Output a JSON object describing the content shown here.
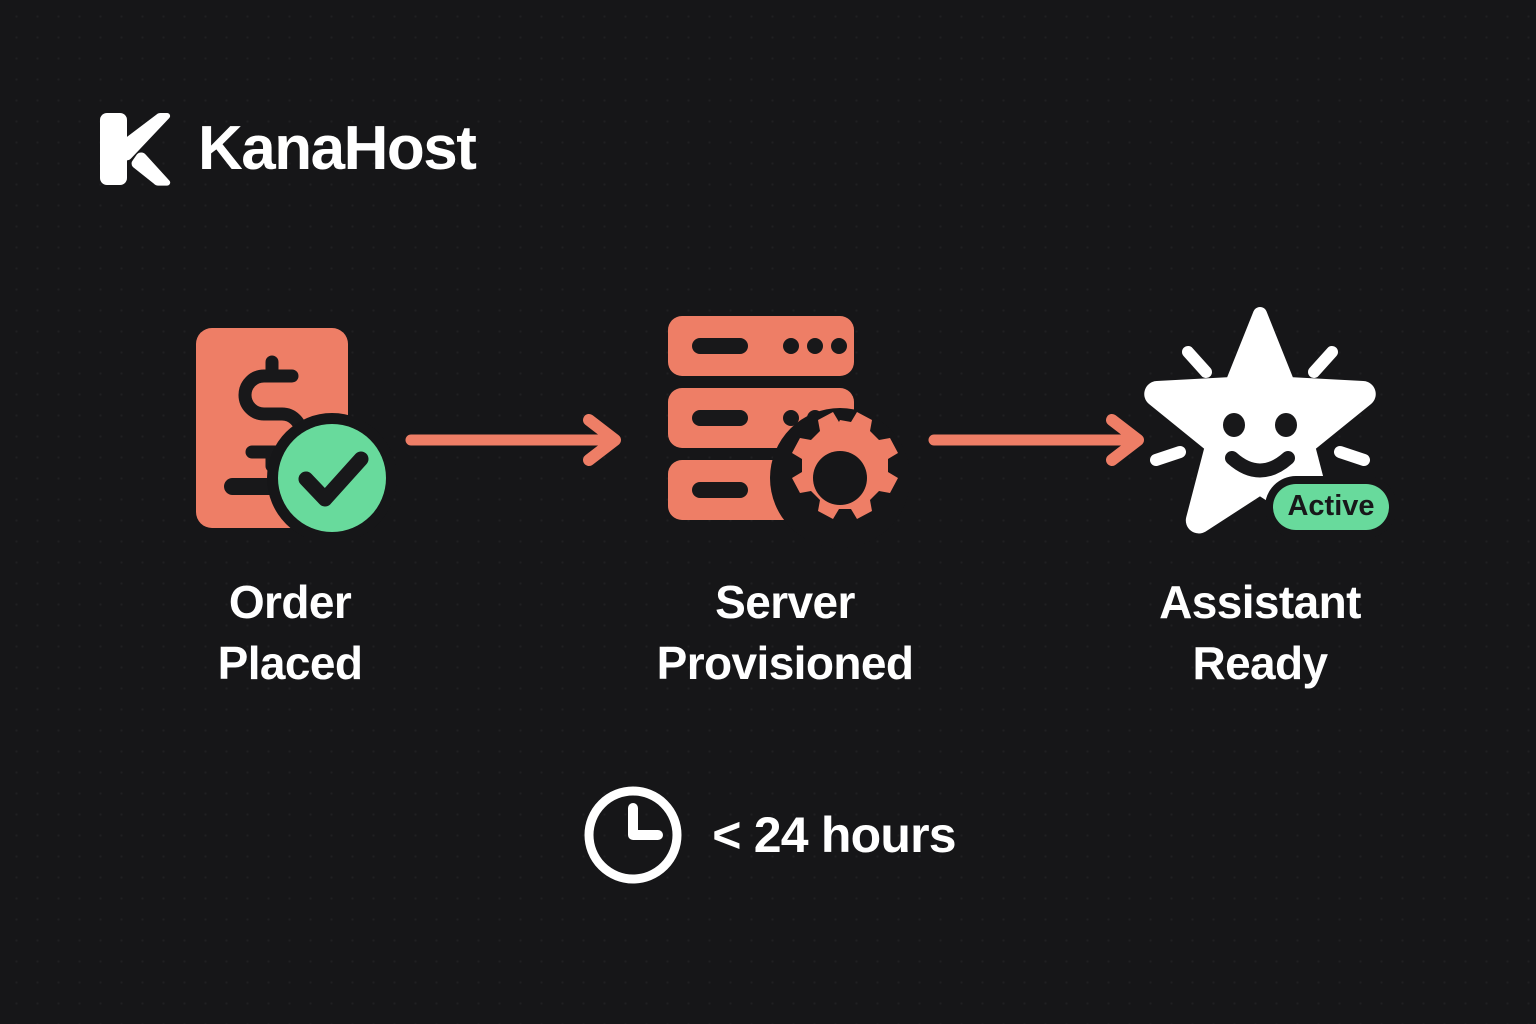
{
  "brand": {
    "name": "KanaHost",
    "logo_icon": "kanahost-k-mark",
    "logo_color": "#FFFFFF"
  },
  "theme": {
    "background": "#161618",
    "accent_coral": "#EE7E66",
    "accent_green": "#68DA9C",
    "text_primary": "#FFFFFF",
    "ink_dark": "#1A1A1C"
  },
  "flow": {
    "steps": [
      {
        "label": "Order\nPlaced",
        "icon": "invoice-dollar-icon",
        "icon_color": "#EE7E66",
        "status_icon": "check-circle-icon",
        "status_color": "#68DA9C"
      },
      {
        "label": "Server\nProvisioned",
        "icon": "server-racks-icon",
        "icon_color": "#EE7E66",
        "status_icon": "gear-icon",
        "status_color": "#EE7E66"
      },
      {
        "label": "Assistant\nReady",
        "icon": "smiling-star-icon",
        "icon_color": "#FFFFFF",
        "badge_label": "Active",
        "badge_color": "#68DA9C"
      }
    ],
    "connectors": [
      {
        "icon": "arrow-right-icon",
        "color": "#EE7E66"
      },
      {
        "icon": "arrow-right-icon",
        "color": "#EE7E66"
      }
    ]
  },
  "duration": {
    "icon": "clock-icon",
    "text": "< 24 hours"
  }
}
